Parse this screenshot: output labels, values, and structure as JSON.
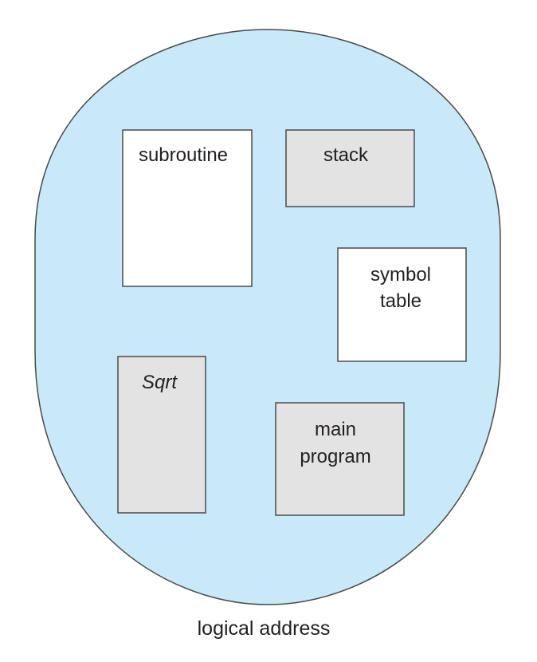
{
  "diagram": {
    "caption": "logical address",
    "colors": {
      "space_fill": "#c9e8f8",
      "outline": "#4a4a4a",
      "segment_white": "#ffffff",
      "segment_gray": "#e3e3e3",
      "text": "#231f20"
    },
    "segments": {
      "subroutine": {
        "lines": [
          "subroutine"
        ],
        "fill": "white"
      },
      "stack": {
        "lines": [
          "stack"
        ],
        "fill": "gray"
      },
      "symbol_table": {
        "lines": [
          "symbol",
          "table"
        ],
        "fill": "white"
      },
      "sqrt": {
        "lines": [
          "Sqrt"
        ],
        "fill": "gray",
        "italic": true
      },
      "main_program": {
        "lines": [
          "main",
          "program"
        ],
        "fill": "gray"
      }
    }
  }
}
